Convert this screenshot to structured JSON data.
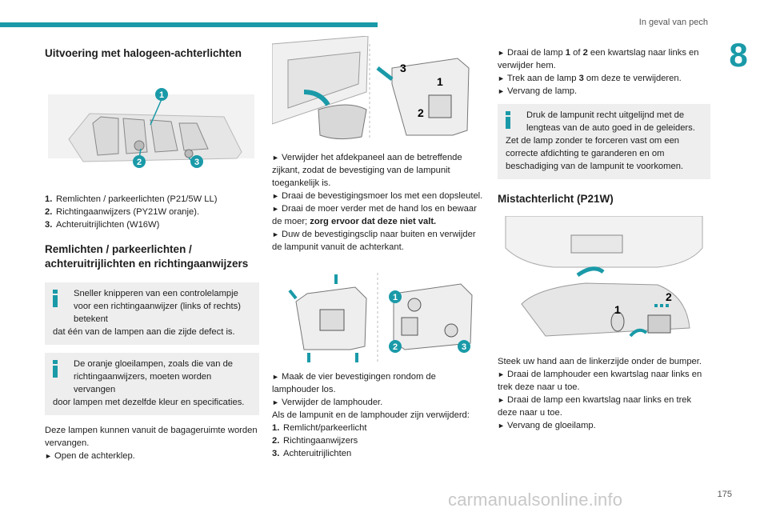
{
  "header": {
    "section_title": "In geval van pech",
    "chapter_number": "8"
  },
  "col1": {
    "heading_halogen": "Uitvoering met halogeen-achterlichten",
    "list": [
      {
        "n": "1.",
        "text": "Remlichten / parkeerlichten (P21/5W LL)"
      },
      {
        "n": "2.",
        "text": "Richtingaanwijzers (PY21W oranje)."
      },
      {
        "n": "3.",
        "text": "Achteruitrijlichten (W16W)"
      }
    ],
    "heading_lights": "Remlichten / parkeerlichten / achteruitrijlichten en richtingaanwijzers",
    "info1_first": "Sneller knipperen van een controlelampje voor een richtingaanwijzer (links of rechts) betekent",
    "info1_rest": "dat één van de lampen aan die zijde defect is.",
    "info2_first": "De oranje gloeilampen, zoals die van de richtingaanwijzers, moeten worden vervangen",
    "info2_rest": "door lampen met dezelfde kleur en specificaties.",
    "para": "Deze lampen kunnen vanuit de bagageruimte worden vervangen.",
    "step_open": "Open de achterklep.",
    "callouts": [
      "1",
      "2",
      "3"
    ]
  },
  "col2": {
    "fig1_labels": [
      "3",
      "1",
      "2"
    ],
    "step1": "Verwijder het afdekpaneel aan de betreffende zijkant, zodat de bevestiging van de lampunit toegankelijk is.",
    "step2": "Draai de bevestigingsmoer los met een dopsleutel.",
    "step3_a": "Draai de moer verder met de hand los en bewaar de moer; ",
    "step3_b": "zorg ervoor dat deze niet valt.",
    "step4": "Duw de bevestigingsclip naar buiten en verwijder de lampunit vanuit de achterkant.",
    "fig2_labels": [
      "1",
      "2",
      "3"
    ],
    "step5": "Maak de vier bevestigingen rondom de lamphouder los.",
    "step6": "Verwijder de lamphouder.",
    "para": "Als de lampunit en de lamphouder zijn verwijderd:",
    "list": [
      {
        "n": "1.",
        "text": "Remlicht/parkeerlicht"
      },
      {
        "n": "2.",
        "text": "Richtingaanwijzers"
      },
      {
        "n": "3.",
        "text": "Achteruitrijlichten"
      }
    ]
  },
  "col3": {
    "step1_a": "Draai de lamp ",
    "step1_b": "1",
    "step1_c": " of ",
    "step1_d": "2",
    "step1_e": " een kwartslag naar links en verwijder hem.",
    "step2_a": "Trek aan de lamp ",
    "step2_b": "3",
    "step2_c": " om deze te verwijderen.",
    "step3": "Vervang de lamp.",
    "info_first": "Druk de lampunit recht uitgelijnd met de lengteas van de auto goed in de geleiders.",
    "info_rest": "Zet de lamp zonder te forceren vast om een correcte afdichting te garanderen en om beschadiging van de lampunit te voorkomen.",
    "heading_fog": "Mistachterlicht (P21W)",
    "fig_labels": [
      "1",
      "2"
    ],
    "para": "Steek uw hand aan de linkerzijde onder de bumper.",
    "step4": "Draai de lamphouder een kwartslag naar links en trek deze naar u toe.",
    "step5": "Draai de lamp een kwartslag naar links en trek deze naar u toe.",
    "step6": "Vervang de gloeilamp."
  },
  "footer": {
    "page_number": "175",
    "watermark": "carmanualsonline.info"
  },
  "glyphs": {
    "arrow": "►"
  },
  "colors": {
    "accent": "#1a9aa8",
    "info_bg": "#eeeeee"
  }
}
